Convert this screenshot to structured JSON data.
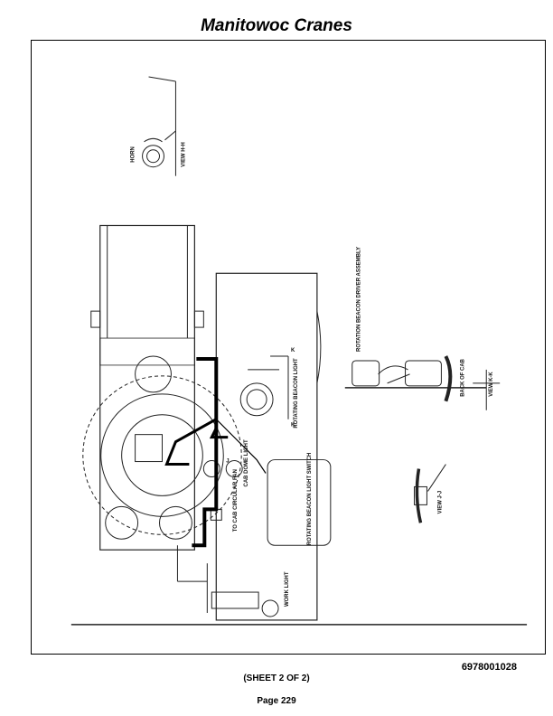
{
  "header": {
    "title": "Manitowoc Cranes"
  },
  "diagram": {
    "labels": {
      "horn": "HORN",
      "view_hh": "VIEW H-H",
      "rotating_beacon_light": "ROTATING BEACON LIGHT",
      "cab_dome_light": "CAB DOME LIGHT",
      "to_cab_circulating_fan": "TO CAB CIRCULAR FAN",
      "rotating_beacon_light_switch": "ROTATING BEACON LIGHT SWITCH",
      "rotation_beacon_driver_assembly": "ROTATION BEACON DRIVER ASSEMBLY",
      "back_of_cab": "BACK OF CAB",
      "view_kk": "VIEW K-K",
      "view_jj": "VIEW J-J",
      "work_light": "WORK LIGHT",
      "k_marker_1": "K",
      "k_marker_2": "K",
      "j_marker": "J"
    }
  },
  "footer": {
    "drawing_number": "6978001028",
    "sheet": "(SHEET 2 OF 2)",
    "page": "Page 229"
  }
}
